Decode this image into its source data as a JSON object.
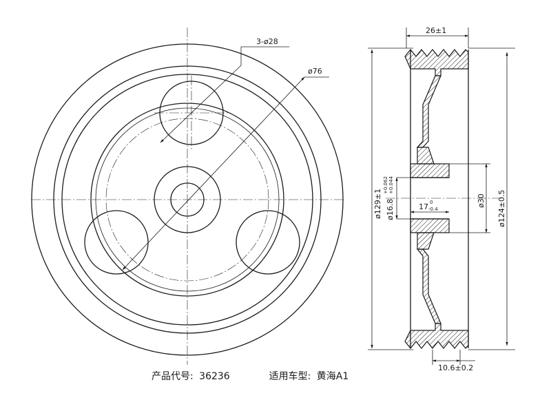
{
  "front_view": {
    "hole_label": "3-ø28",
    "pcd_label": "ø76"
  },
  "section_view": {
    "width_label": "26±1",
    "outer_dia_label": "ø129±1",
    "bore_label": "ø16.8",
    "bore_tol_upper": "+0.062",
    "bore_tol_lower": "+0.044",
    "hub_len_label": "17",
    "hub_len_tol_upper": "0",
    "hub_len_tol_lower": "-0.4",
    "hub_dia_label": "ø30",
    "groove_dia_label": "ø124±0.5",
    "groove_width_label": "10.6±0.2"
  },
  "caption": {
    "product_code_label": "产品代号:",
    "product_code_value": "36236",
    "vehicle_label": "适用车型:",
    "vehicle_value": "黄海A1"
  }
}
